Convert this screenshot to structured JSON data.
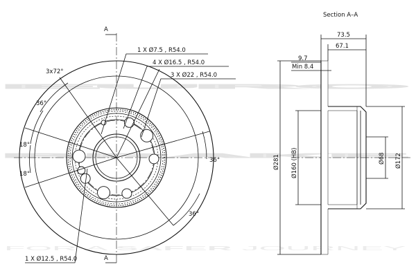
{
  "watermark": {
    "line1": "EURO",
    "line2": "BRAKE",
    "tagline_pre": "FOR A ",
    "tagline_bold": "SAFER",
    "tagline_post": " JOURNEY"
  },
  "section_title": "Section A–A",
  "section_marker": "A",
  "front_view": {
    "angle_count": "3x72°",
    "angle_36_top": "36°",
    "angle_18_upper": "18°",
    "angle_18_lower": "18°",
    "angle_36_right": "36°",
    "angle_36_bottom": "36°",
    "callout_hole_small": "1 X Ø7.5 , R54.0",
    "callout_hole_165": "4 X Ø16.5 , R54.0",
    "callout_hole_22": "3 X Ø22 , R54.0",
    "callout_hole_125": "1 X Ø12.5 , R54.0"
  },
  "section_view": {
    "dim_total_height": "73.5",
    "dim_hat_height": "67.1",
    "dim_thickness": "9.7",
    "dim_min_thickness": "Min 8.4",
    "dim_outer_diameter": "Ø281",
    "dim_hb_diameter": "Ø160 (HB)",
    "dim_center_bore": "Ø68",
    "dim_hat_diameter": "Ø172"
  }
}
